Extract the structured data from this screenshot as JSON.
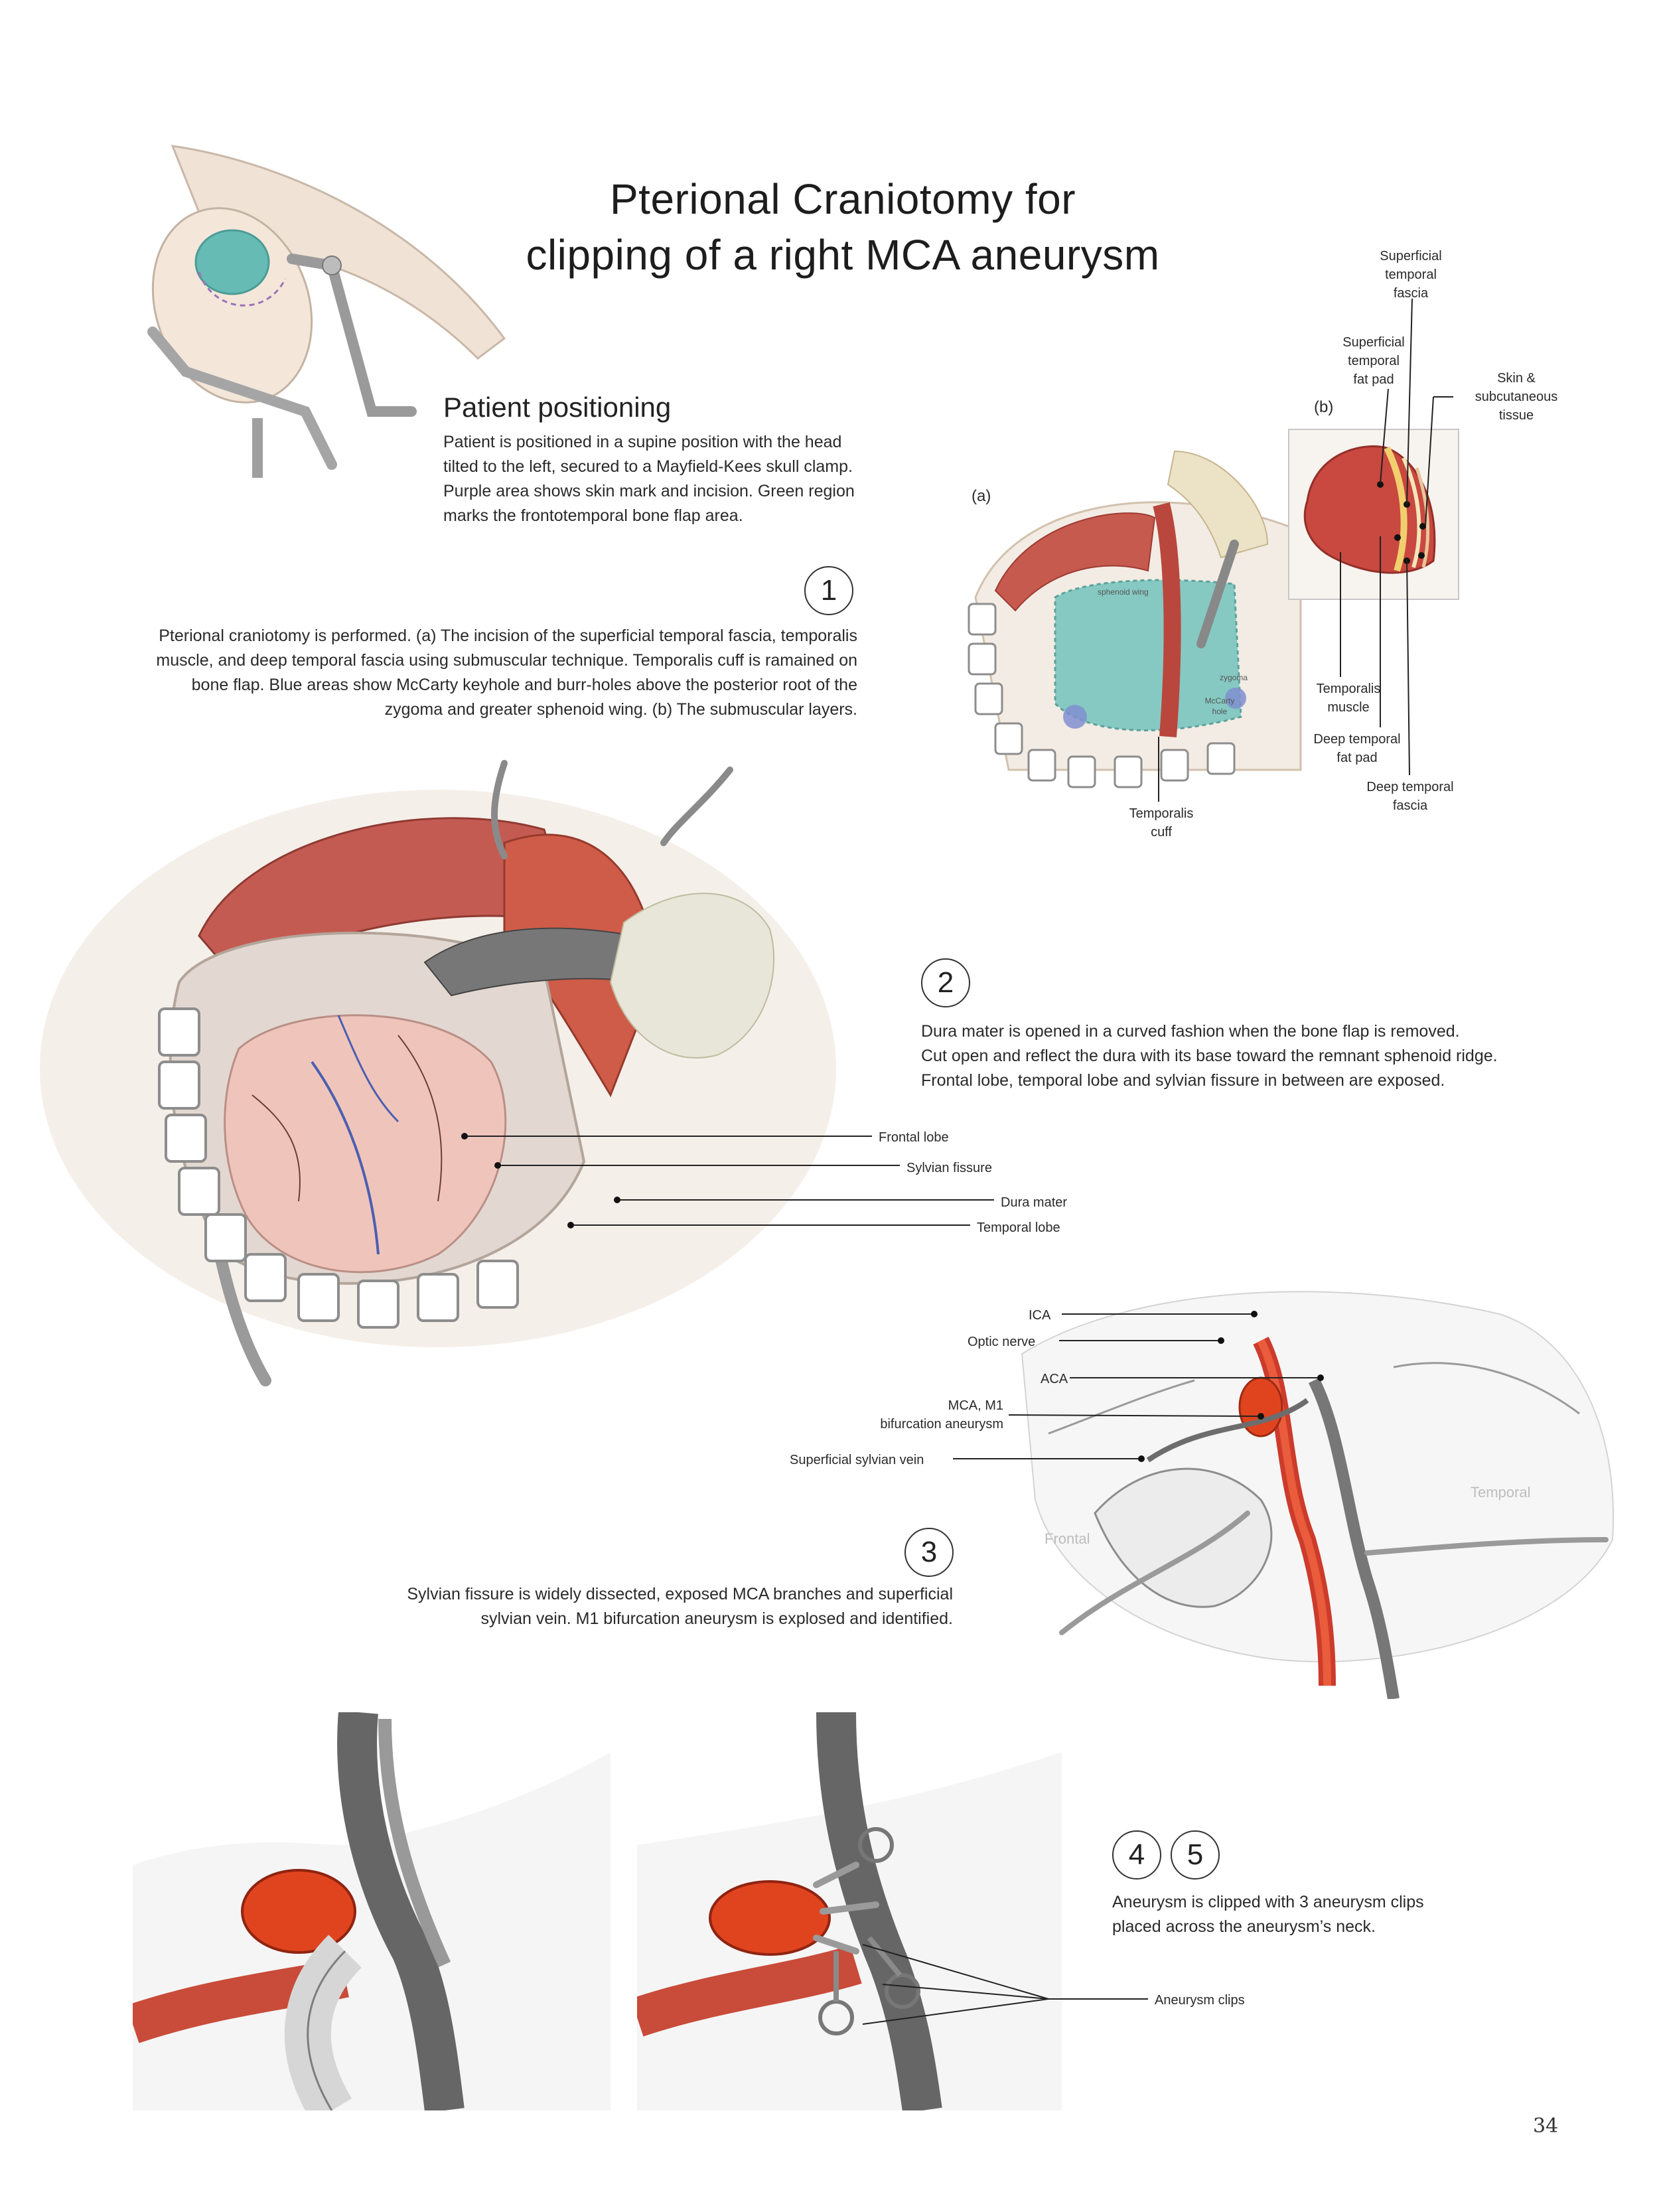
{
  "title": {
    "line1": "Pterional Craniotomy for",
    "line2": "clipping of a right MCA aneurysm"
  },
  "positioning": {
    "heading": "Patient positioning",
    "text_lines": [
      "Patient is positioned in a supine position with the head",
      "tilted to the left, secured to a Mayfield-Kees skull clamp.",
      "Purple area shows skin mark and incision. Green region",
      "marks the frontotemporal bone flap area."
    ]
  },
  "step1": {
    "number": "1",
    "text_lines": [
      "Pterional craniotomy is performed. (a) The incision of the superficial temporal fascia, temporalis",
      "muscle, and deep temporal fascia using submuscular technique. Temporalis cuff is ramained on",
      "bone flap. Blue areas show McCarty keyhole and burr-holes above the posterior root of the",
      "zygoma and greater sphenoid wing. (b) The submuscular layers."
    ],
    "panel_a": "(a)",
    "panel_b": "(b)",
    "inner_labels": {
      "sphenoid": "sphenoid wing",
      "zygoma": "zygoma",
      "mccarty_1": "McCarty",
      "mccarty_2": "hole"
    },
    "labels": {
      "sup_fascia_1": "Superficial",
      "sup_fascia_2": "temporal",
      "sup_fascia_3": "fascia",
      "sup_fat_1": "Superficial",
      "sup_fat_2": "temporal",
      "sup_fat_3": "fat pad",
      "skin_1": "Skin &",
      "skin_2": "subcutaneous",
      "skin_3": "tissue",
      "temporalis_1": "Temporalis",
      "temporalis_2": "muscle",
      "deep_fat_1": "Deep temporal",
      "deep_fat_2": "fat pad",
      "deep_fascia_1": "Deep temporal",
      "deep_fascia_2": "fascia",
      "cuff_1": "Temporalis",
      "cuff_2": "cuff"
    }
  },
  "step2": {
    "number": "2",
    "text_lines": [
      "Dura mater is opened in a curved fashion when the bone flap is removed.",
      "Cut open and reflect the dura with its base toward the remnant sphenoid ridge.",
      "Frontal lobe, temporal lobe and sylvian fissure in between are exposed."
    ],
    "labels": {
      "frontal": "Frontal lobe",
      "sylvian": "Sylvian fissure",
      "dura": "Dura mater",
      "temporal": "Temporal lobe"
    }
  },
  "step3": {
    "number": "3",
    "text_lines": [
      "Sylvian fissure is widely dissected, exposed MCA branches and superficial",
      "sylvian vein. M1 bifurcation aneurysm is explosed and identified."
    ],
    "labels": {
      "ica": "ICA",
      "optic": "Optic nerve",
      "aca": "ACA",
      "mca_1": "MCA, M1",
      "mca_2": "bifurcation aneurysm",
      "ssv": "Superficial sylvian vein",
      "frontal": "Frontal",
      "temporal": "Temporal"
    }
  },
  "step45": {
    "number_a": "4",
    "number_b": "5",
    "text_lines": [
      "Aneurysm is clipped with 3 aneurysm clips",
      "placed across the aneurysm’s neck."
    ],
    "label_clips": "Aneurysm clips"
  },
  "page_number": "34",
  "colors": {
    "muscle": "#c0524a",
    "aneurysm": "#e0441f",
    "bone_flap": "#86c9c2",
    "burr_hole": "#7f8fd0",
    "skin": "#f1e4d9",
    "dura": "#e8ddd7",
    "brain": "#f0c9bf",
    "steel": "#9a9a9a"
  }
}
